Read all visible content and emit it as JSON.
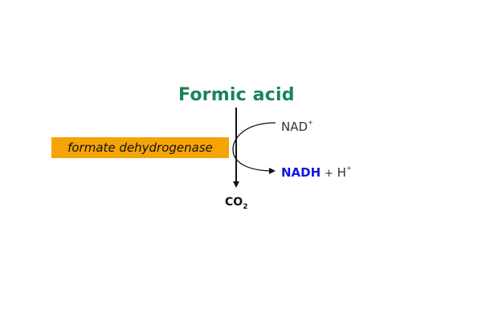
{
  "substrate": {
    "label": "Formic acid",
    "color": "#1a8456"
  },
  "enzyme": {
    "label": "formate dehydrogenase",
    "box_color": "#f5a406"
  },
  "cofactor_in": {
    "label": "NAD",
    "charge": "+"
  },
  "cofactor_out": {
    "label": "NADH",
    "color": "#1414e6",
    "plus": "+",
    "proton": "H",
    "charge": "+"
  },
  "product": {
    "label": "CO",
    "subscript": "2"
  }
}
